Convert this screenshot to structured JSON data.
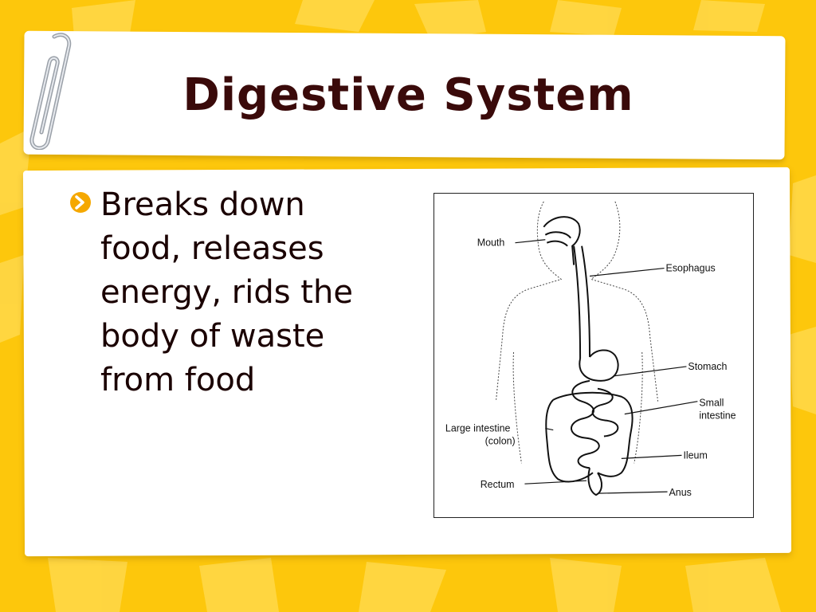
{
  "slide": {
    "title": "Digestive System",
    "bullets": [
      {
        "text": "Breaks down food, releases energy, rids the body of waste from food"
      }
    ]
  },
  "diagram": {
    "labels": {
      "mouth": "Mouth",
      "esophagus": "Esophagus",
      "stomach": "Stomach",
      "small_line1": "Small",
      "small_line2": "intestine",
      "large_line1": "Large intestine",
      "large_line2": "(colon)",
      "ileum": "Ileum",
      "rectum": "Rectum",
      "anus": "Anus"
    }
  },
  "colors": {
    "background": "#fdc70c",
    "title_text": "#3a0a0a",
    "bullet_accent": "#f5a800"
  },
  "icons": {
    "bullet": "circled-arrow-right-icon",
    "decoration": "paperclip-icon"
  }
}
